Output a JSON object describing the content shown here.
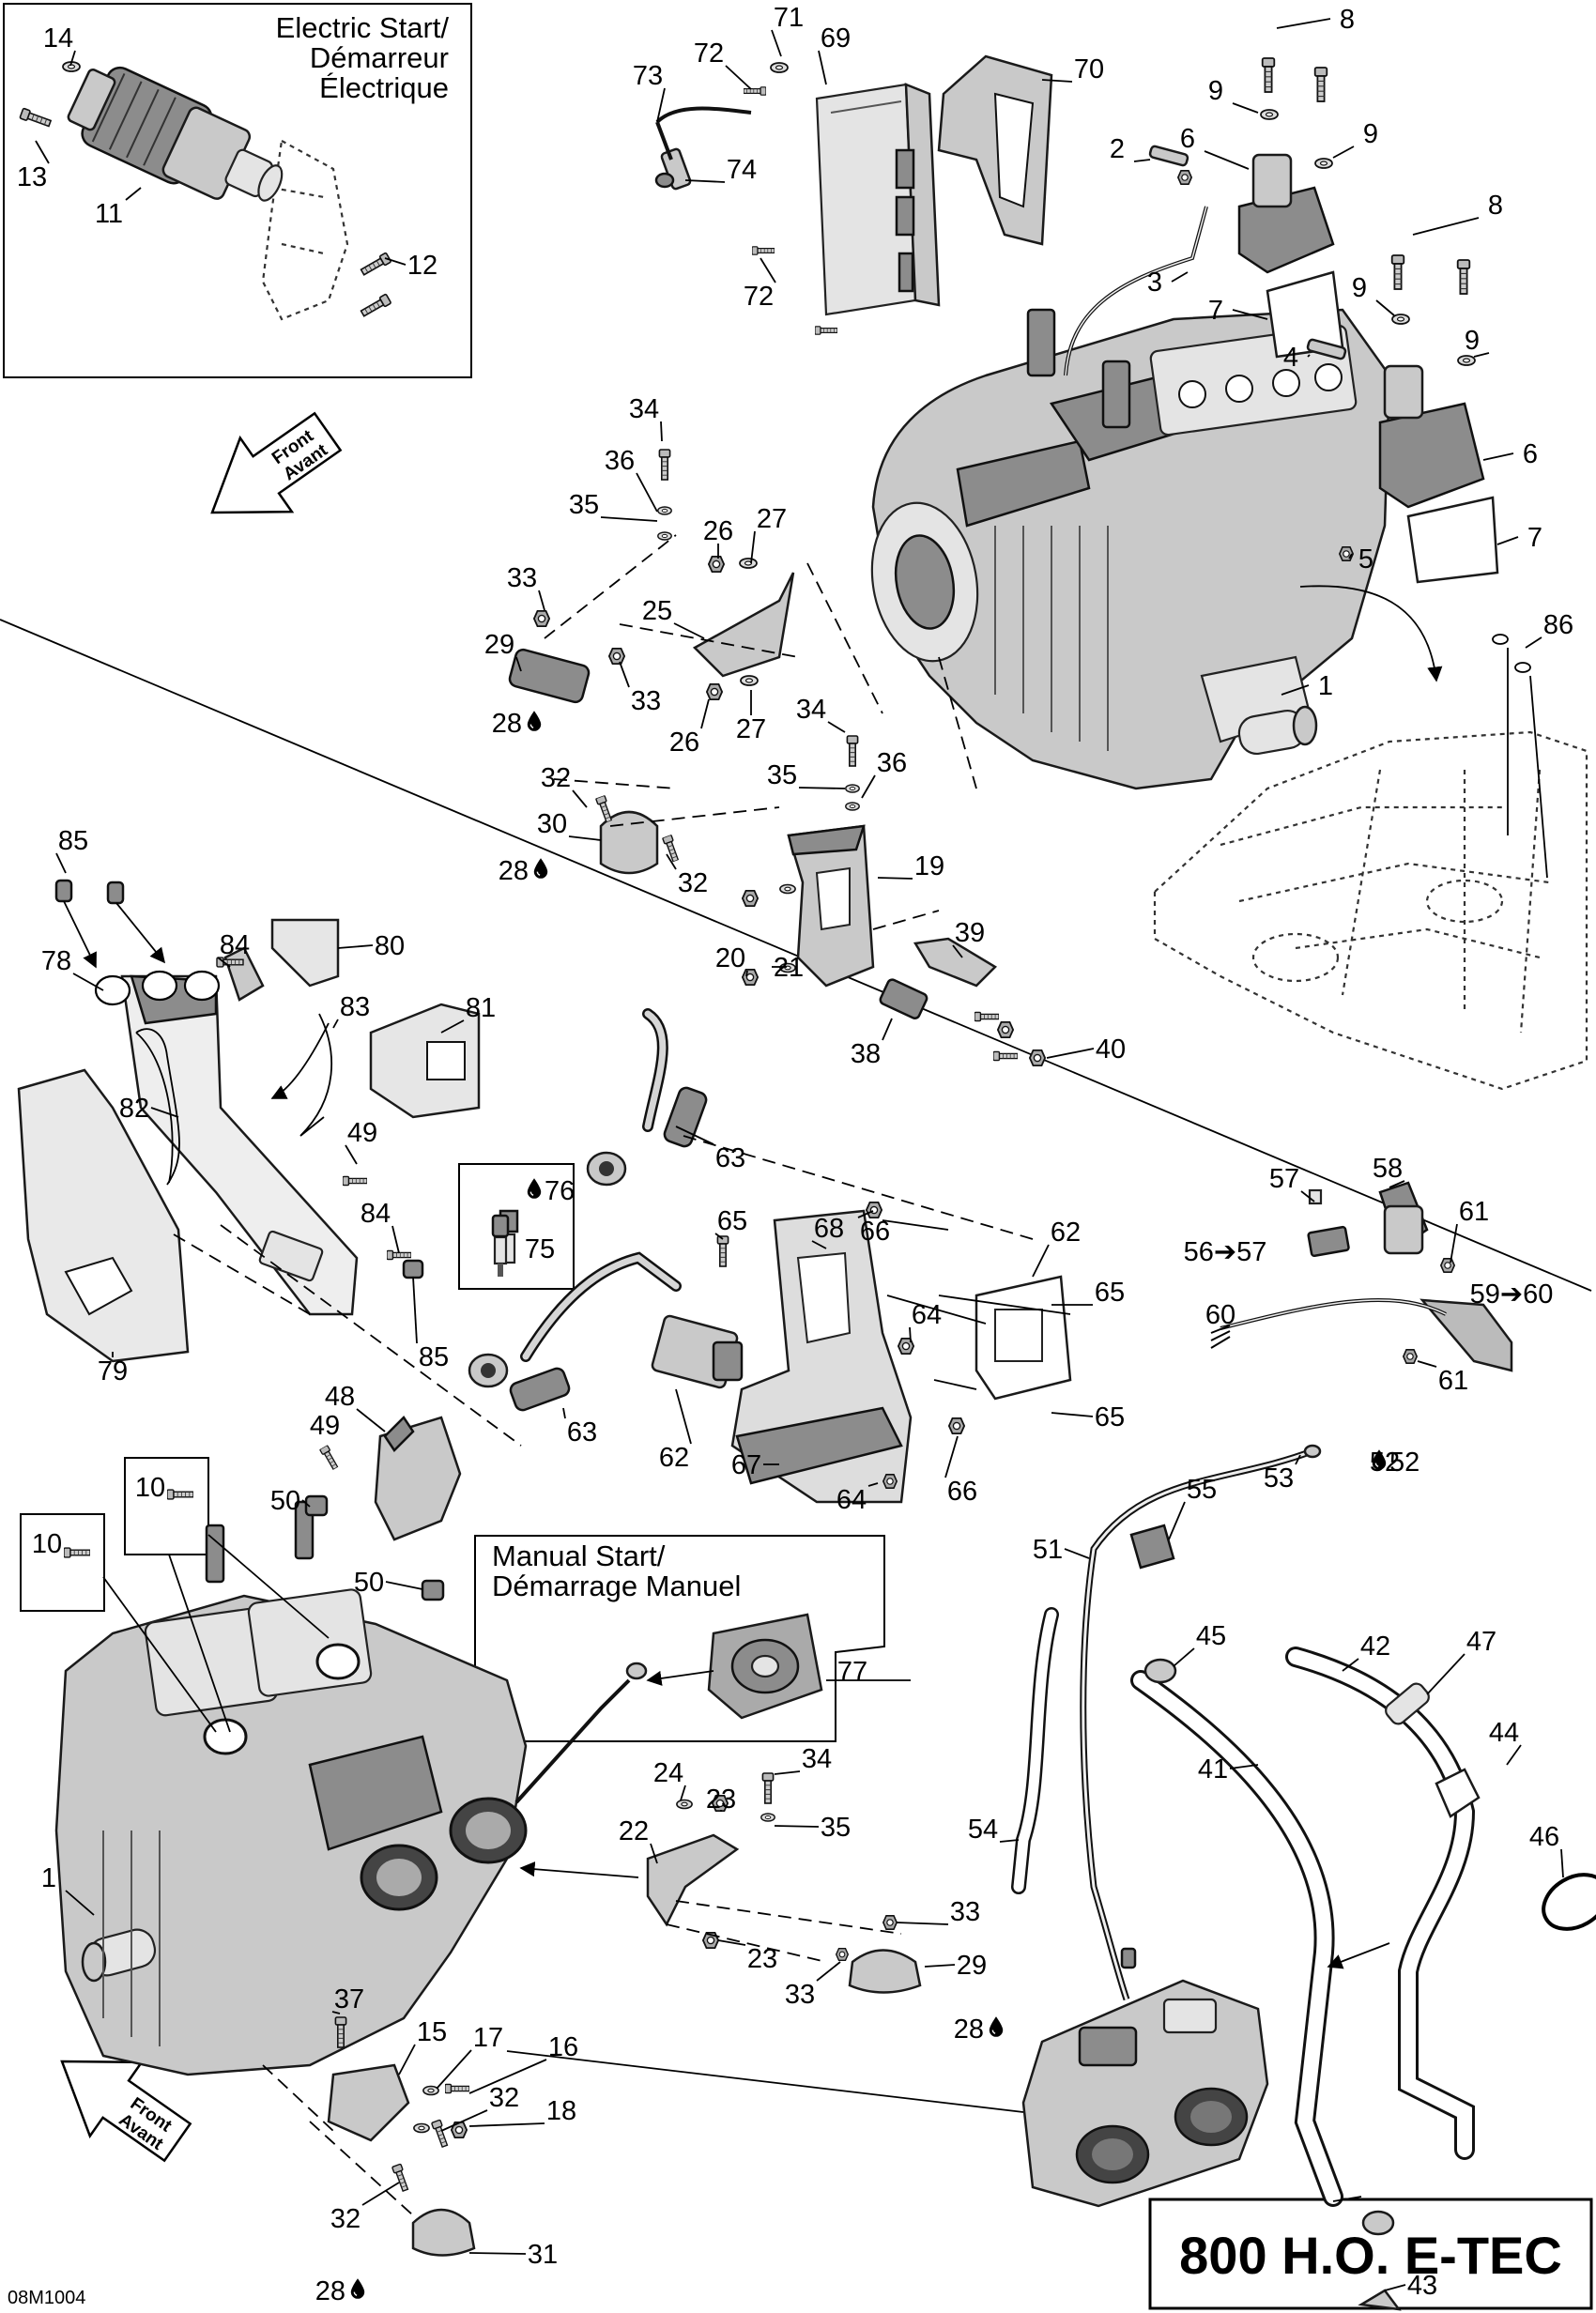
{
  "diagram": {
    "model_label": "800 H.O. E-TEC",
    "drawing_code": "08M1004",
    "front_arrow_text": [
      "Front",
      "Avant"
    ],
    "boxes": {
      "electric_start": [
        "Electric Start/",
        "Démarreur",
        "Électrique"
      ],
      "manual_start": [
        "Manual Start/",
        "Démarrage Manuel"
      ]
    },
    "callouts": [
      "1",
      "2",
      "3",
      "4",
      "5",
      "6",
      "7",
      "8",
      "9",
      "10",
      "11",
      "12",
      "13",
      "14",
      "15",
      "16",
      "17",
      "18",
      "19",
      "20",
      "21",
      "22",
      "23",
      "24",
      "25",
      "26",
      "27",
      "28",
      "29",
      "30",
      "31",
      "32",
      "33",
      "34",
      "35",
      "36",
      "37",
      "38",
      "39",
      "40",
      "41",
      "42",
      "43",
      "44",
      "45",
      "46",
      "47",
      "48",
      "49",
      "50",
      "51",
      "52",
      "53",
      "54",
      "55",
      "56",
      "57",
      "58",
      "59",
      "60",
      "61",
      "62",
      "63",
      "64",
      "65",
      "66",
      "67",
      "68",
      "69",
      "70",
      "71",
      "72",
      "73",
      "74",
      "75",
      "76",
      "77",
      "78",
      "79",
      "80",
      "81",
      "82",
      "83",
      "84",
      "85",
      "86"
    ],
    "combo_callouts": [
      "56➔57",
      "59➔60"
    ],
    "icons": {
      "lubricant": "drop-icon",
      "direction": "front-arrow-icon",
      "arrow": "arrow-icon"
    }
  }
}
